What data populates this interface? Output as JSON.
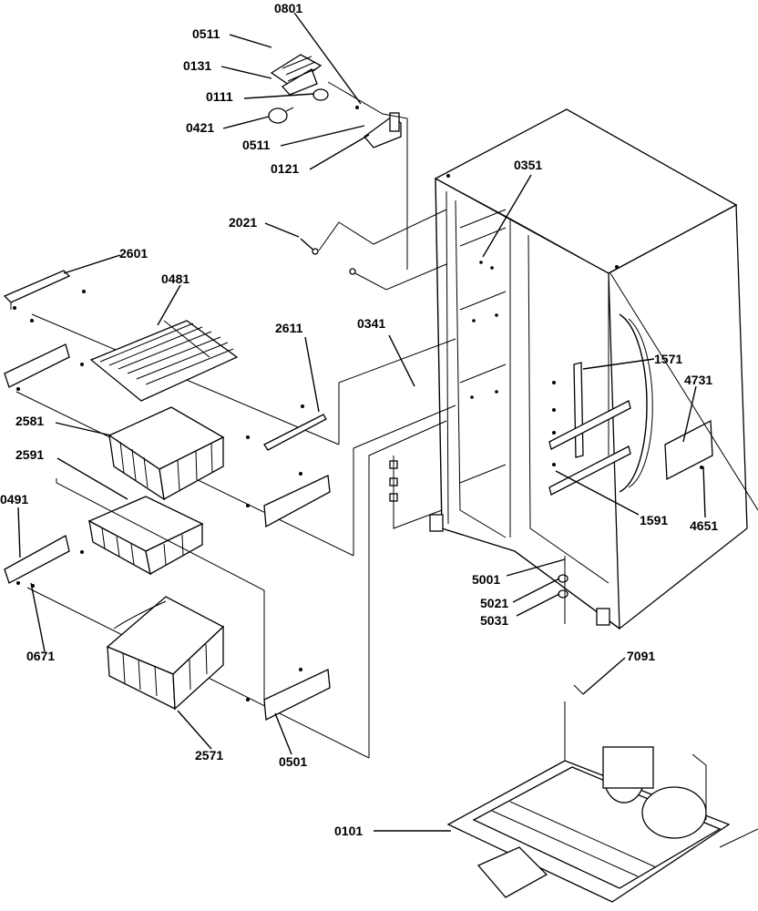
{
  "labels": {
    "p0801": "0801",
    "p0511a": "0511",
    "p0131": "0131",
    "p0111": "0111",
    "p0421": "0421",
    "p0511b": "0511",
    "p0121": "0121",
    "p0351": "0351",
    "p2021": "2021",
    "p2601": "2601",
    "p0481": "0481",
    "p2611": "2611",
    "p0341": "0341",
    "p1571": "1571",
    "p4731": "4731",
    "p2581": "2581",
    "p2591": "2591",
    "p0491": "0491",
    "p1591": "1591",
    "p4651": "4651",
    "p5001": "5001",
    "p5021": "5021",
    "p5031": "5031",
    "p0671": "0671",
    "p7091": "7091",
    "p2571": "2571",
    "p0501": "0501",
    "p0101": "0101"
  }
}
